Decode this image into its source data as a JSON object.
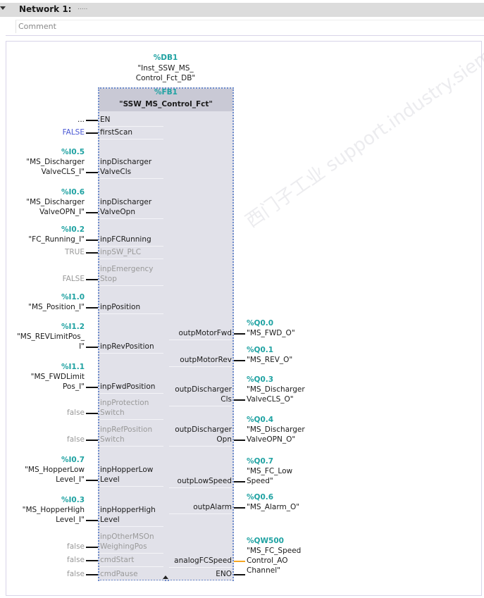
{
  "network": {
    "title": "Network 1:",
    "dots": ".....",
    "comment_placeholder": "Comment"
  },
  "instance": {
    "addr": "%DB1",
    "name_lines": [
      "\"Inst_SSW_MS_",
      "Control_Fct_DB\""
    ]
  },
  "fb": {
    "addr": "%FB1",
    "name": "\"SSW_MS_Control_Fct\""
  },
  "inputs": [
    {
      "pin": [
        "EN"
      ],
      "actual": [
        "..."
      ],
      "addr": "",
      "style": "normal",
      "disabled": false
    },
    {
      "pin": [
        "firstScan"
      ],
      "actual": [
        "FALSE"
      ],
      "addr": "",
      "style": "constant-blue",
      "disabled": false
    },
    {
      "pin": [
        "inpDischarger",
        "ValveCls"
      ],
      "actual": [
        "\"MS_Discharger",
        "ValveCLS_I\""
      ],
      "addr": "%I0.5",
      "style": "normal",
      "disabled": false
    },
    {
      "pin": [
        "inpDischarger",
        "ValveOpn"
      ],
      "actual": [
        "\"MS_Discharger",
        "ValveOPN_I\""
      ],
      "addr": "%I0.6",
      "style": "normal",
      "disabled": false
    },
    {
      "pin": [
        "inpFCRunning"
      ],
      "actual": [
        "\"FC_Running_I\""
      ],
      "addr": "%I0.2",
      "style": "normal",
      "disabled": false
    },
    {
      "pin": [
        "inpSW_PLC"
      ],
      "actual": [
        "TRUE"
      ],
      "addr": "",
      "style": "constant-gray",
      "disabled": true
    },
    {
      "pin": [
        "inpEmergency",
        "Stop"
      ],
      "actual": [
        "FALSE"
      ],
      "addr": "",
      "style": "constant-gray",
      "disabled": true
    },
    {
      "pin": [
        "inpPosition"
      ],
      "actual": [
        "\"MS_Position_I\""
      ],
      "addr": "%I1.0",
      "style": "normal",
      "disabled": false
    },
    {
      "pin": [
        "inpRevPosition"
      ],
      "actual": [
        "\"MS_REVLimitPos_",
        "I\""
      ],
      "addr": "%I1.2",
      "style": "normal",
      "disabled": false
    },
    {
      "pin": [
        "inpFwdPosition"
      ],
      "actual": [
        "\"MS_FWDLimit",
        "Pos_I\""
      ],
      "addr": "%I1.1",
      "style": "normal",
      "disabled": false
    },
    {
      "pin": [
        "inpProtection",
        "Switch"
      ],
      "actual": [
        "false"
      ],
      "addr": "",
      "style": "constant-gray",
      "disabled": true
    },
    {
      "pin": [
        "inpRefPosition",
        "Switch"
      ],
      "actual": [
        "false"
      ],
      "addr": "",
      "style": "constant-gray",
      "disabled": true
    },
    {
      "pin": [
        "inpHopperLow",
        "Level"
      ],
      "actual": [
        "\"MS_HopperLow",
        "Level_I\""
      ],
      "addr": "%I0.7",
      "style": "normal",
      "disabled": false
    },
    {
      "pin": [
        "inpHopperHigh",
        "Level"
      ],
      "actual": [
        "\"MS_HopperHigh",
        "Level_I\""
      ],
      "addr": "%I0.3",
      "style": "normal",
      "disabled": false
    },
    {
      "pin": [
        "inpOtherMSOn",
        "WeighingPos"
      ],
      "actual": [
        "false"
      ],
      "addr": "",
      "style": "constant-gray",
      "disabled": true
    },
    {
      "pin": [
        "cmdStart"
      ],
      "actual": [
        "false"
      ],
      "addr": "",
      "style": "constant-gray",
      "disabled": true
    },
    {
      "pin": [
        "cmdPause"
      ],
      "actual": [
        "false"
      ],
      "addr": "",
      "style": "constant-gray",
      "disabled": true
    }
  ],
  "outputs": [
    {
      "pin": [
        "outpMotorFwd"
      ],
      "addr": "%Q0.0",
      "actual": [
        "\"MS_FWD_O\""
      ],
      "wire": "bool"
    },
    {
      "pin": [
        "outpMotorRev"
      ],
      "addr": "%Q0.1",
      "actual": [
        "\"MS_REV_O\""
      ],
      "wire": "bool"
    },
    {
      "pin": [
        "outpDischarger",
        "Cls"
      ],
      "addr": "%Q0.3",
      "actual": [
        "\"MS_Discharger",
        "ValveCLS_O\""
      ],
      "wire": "bool"
    },
    {
      "pin": [
        "outpDischarger",
        "Opn"
      ],
      "addr": "%Q0.4",
      "actual": [
        "\"MS_Discharger",
        "ValveOPN_O\""
      ],
      "wire": "bool"
    },
    {
      "pin": [
        "outpLowSpeed"
      ],
      "addr": "%Q0.7",
      "actual": [
        "\"MS_FC_Low",
        "Speed\""
      ],
      "wire": "bool"
    },
    {
      "pin": [
        "outpAlarm"
      ],
      "addr": "%Q0.6",
      "actual": [
        "\"MS_Alarm_O\""
      ],
      "wire": "bool"
    },
    {
      "pin": [
        "analogFCSpeed"
      ],
      "addr": "%QW500",
      "actual": [
        "\"MS_FC_Speed",
        "Control_AO",
        "Channel\""
      ],
      "wire": "analog"
    },
    {
      "pin": [
        "ENO"
      ],
      "addr": "",
      "actual": [],
      "wire": "bool"
    }
  ],
  "colors": {
    "address": "#1fa2a2",
    "analog_wire": "#f5a623",
    "bool_wire": "#111111"
  },
  "watermark": "西门子工业 support.industry.siemens.com/cs"
}
